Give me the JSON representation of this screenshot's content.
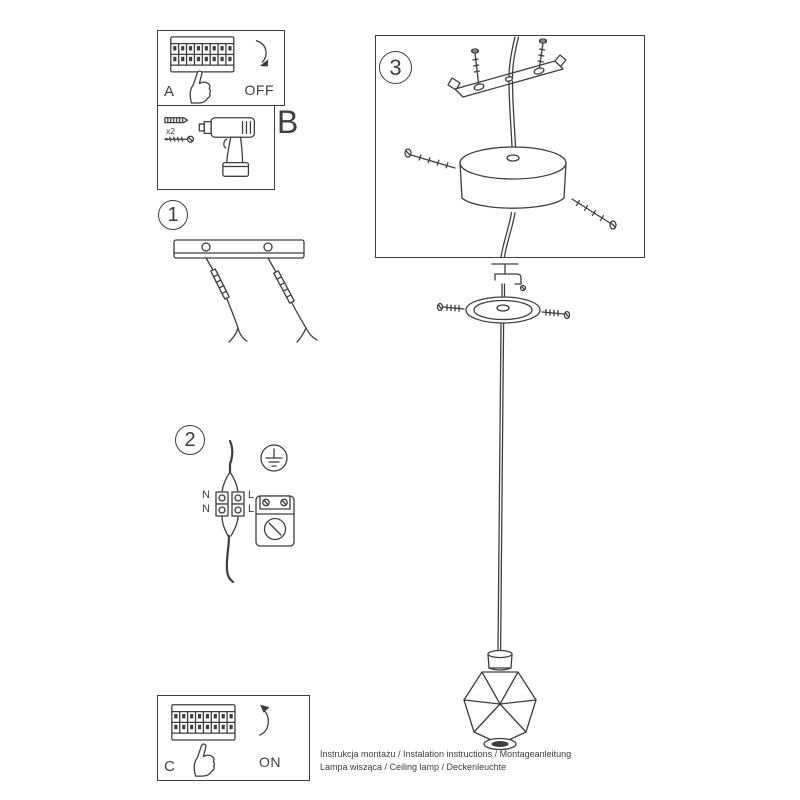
{
  "page": {
    "background": "#ffffff",
    "ink": "#3d3d3d"
  },
  "panels": {
    "a": {
      "label": "A",
      "action": "OFF"
    },
    "b": {
      "label": "B",
      "screw_note": "x2"
    },
    "c": {
      "label": "C",
      "action": "ON"
    }
  },
  "steps": {
    "one": {
      "number": "1"
    },
    "two": {
      "number": "2",
      "labels": {
        "n1": "N",
        "l1": "L",
        "n2": "N",
        "l2": "L"
      }
    },
    "three": {
      "number": "3"
    }
  },
  "footer": {
    "line1": "Instrukcja montażu / Instalation instructions / Montageanleitung",
    "line2": "Lampa wisząca / Ceiling lamp / Deckenleuchte"
  }
}
